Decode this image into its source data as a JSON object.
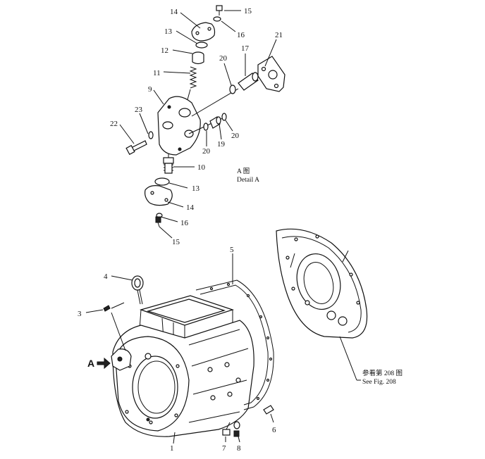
{
  "detail": {
    "title_cn": "A 图",
    "title_en": "Detail A",
    "marker": "A"
  },
  "see_ref": {
    "cn": "参看第 208 图",
    "en": "See Fig. 208"
  },
  "callouts": {
    "c15a": "15",
    "c14a": "14",
    "c16a": "16",
    "c13a": "13",
    "c12": "12",
    "c21": "21",
    "c17": "17",
    "c20a": "20",
    "c11": "11",
    "c9": "9",
    "c23": "23",
    "c22": "22",
    "c20b": "20",
    "c20c": "20",
    "c19": "19",
    "c10": "10",
    "c13b": "13",
    "c14b": "14",
    "c16b": "16",
    "c15b": "15",
    "c5": "5",
    "c4": "4",
    "c3": "3",
    "c1": "1",
    "c7": "7",
    "c8": "8",
    "c6": "6"
  }
}
